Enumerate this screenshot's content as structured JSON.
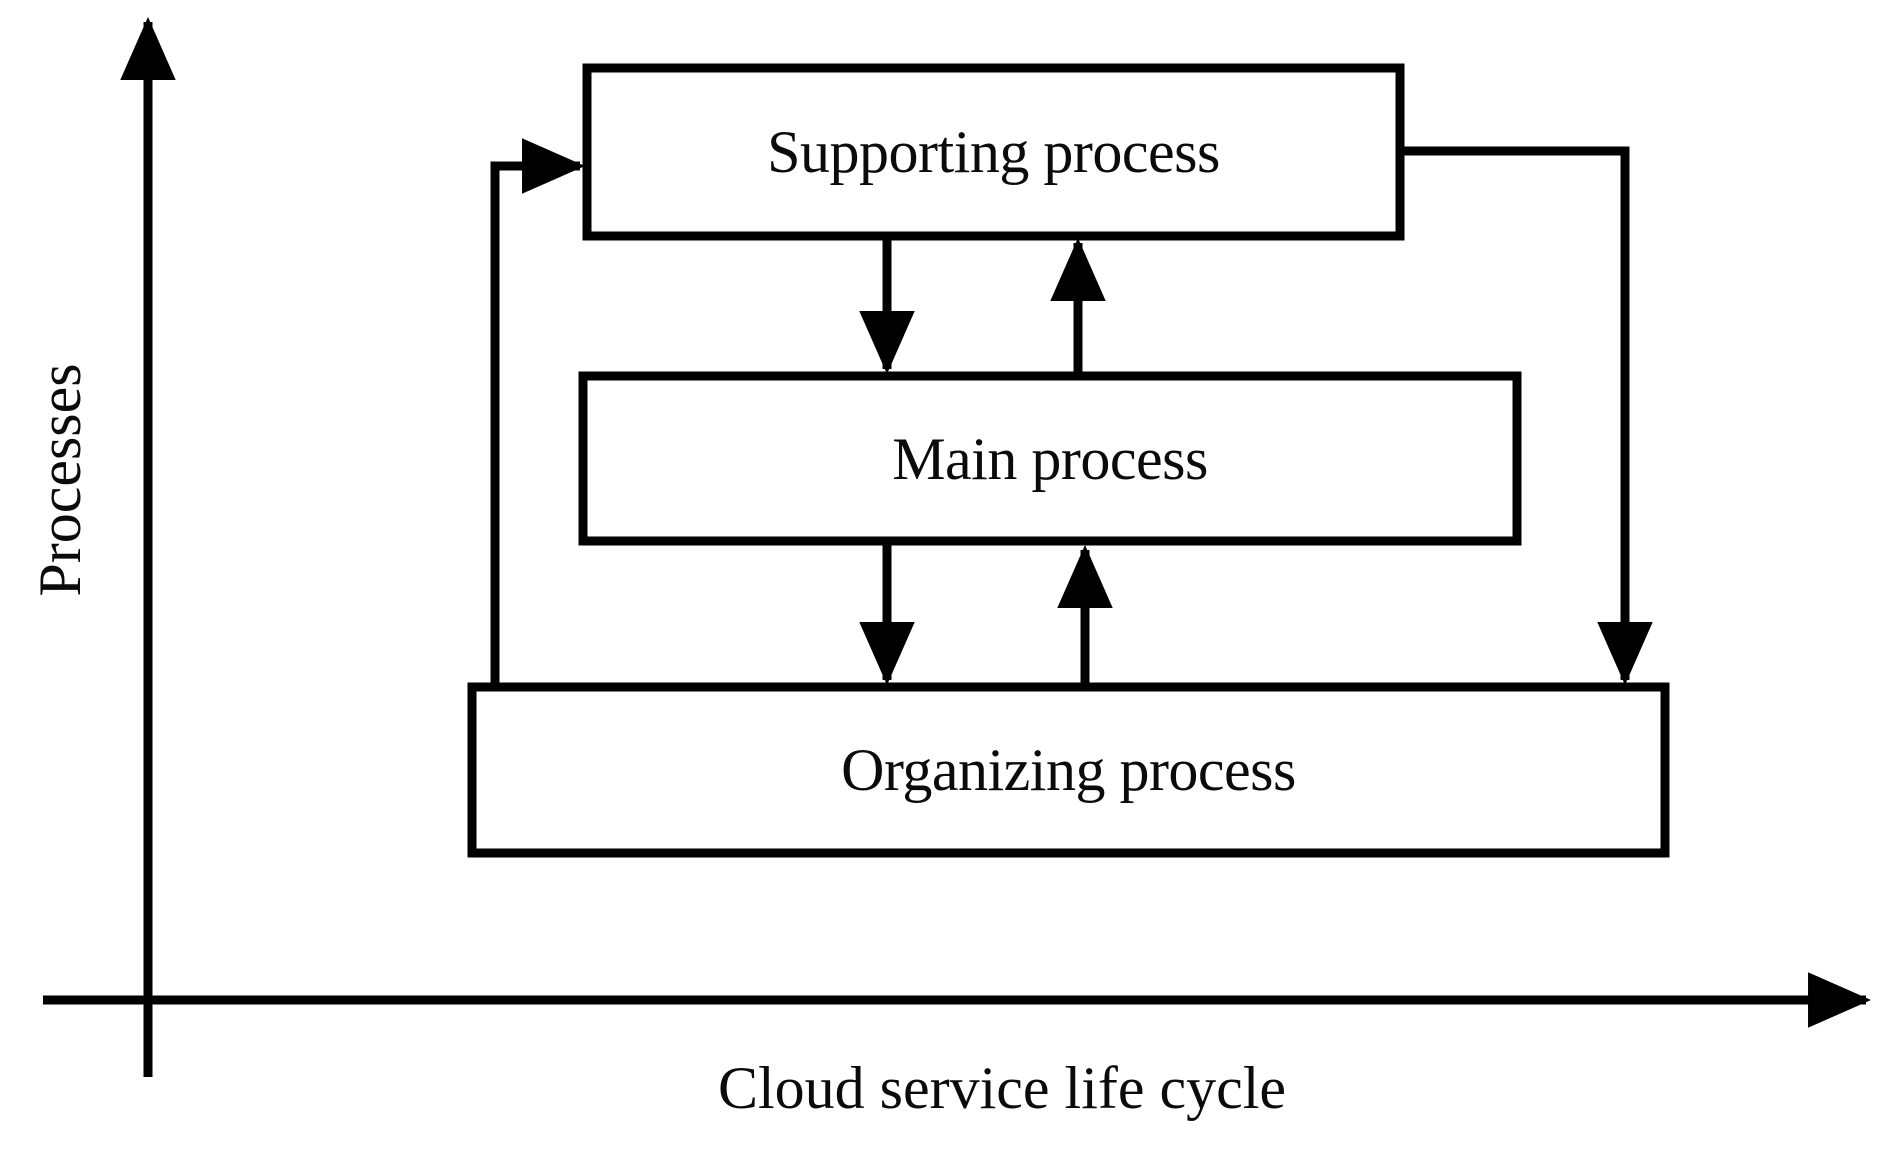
{
  "figure": {
    "kind": "block-flow-diagram",
    "background_color": "#ffffff",
    "stroke_color": "#000000",
    "text_color": "#0b0b0b"
  },
  "axes": {
    "y_title": "Processes",
    "x_title": "Cloud service life cycle",
    "y_axis_name": "vertical-axis-arrow",
    "x_axis_name": "horizontal-axis-arrow"
  },
  "boxes": [
    {
      "id": "supporting",
      "label": "Supporting process"
    },
    {
      "id": "main",
      "label": "Main process"
    },
    {
      "id": "organizing",
      "label": "Organizing process"
    }
  ],
  "connectors": [
    {
      "id": "supporting-to-main",
      "from": "supporting",
      "to": "main",
      "direction": "down"
    },
    {
      "id": "main-to-supporting",
      "from": "main",
      "to": "supporting",
      "direction": "up"
    },
    {
      "id": "main-to-organizing",
      "from": "main",
      "to": "organizing",
      "direction": "down"
    },
    {
      "id": "organizing-to-main",
      "from": "organizing",
      "to": "main",
      "direction": "up"
    },
    {
      "id": "organizing-to-supporting-left-loop",
      "from": "organizing",
      "to": "supporting",
      "direction": "left-loop"
    },
    {
      "id": "supporting-to-organizing-right-loop",
      "from": "supporting",
      "to": "organizing",
      "direction": "right-loop"
    }
  ]
}
